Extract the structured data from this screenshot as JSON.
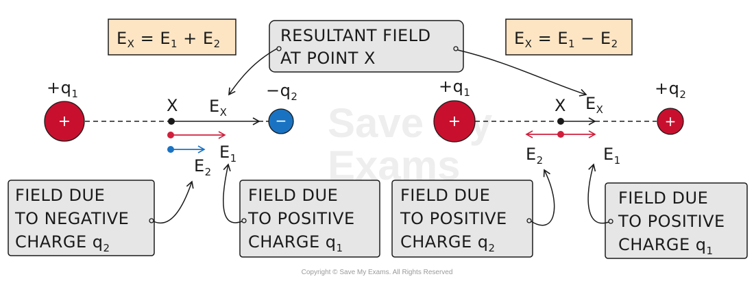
{
  "watermark": {
    "line1": "Save My",
    "line2": "Exams"
  },
  "formulas": {
    "left": {
      "a": "E",
      "a_sub": "X",
      "b": " = E",
      "b_sub": "1",
      "c": " + E",
      "c_sub": "2"
    },
    "right": {
      "a": "E",
      "a_sub": "X",
      "b": " = E",
      "b_sub": "1",
      "c": " − E",
      "c_sub": "2"
    }
  },
  "resultant_box": {
    "line1": "RESULTANT FIELD",
    "line2": "AT POINT X"
  },
  "left_setup": {
    "charge1_label": "+q",
    "charge1_sub": "1",
    "charge1_sign": "+",
    "charge2_label": "−q",
    "charge2_sub": "2",
    "charge2_sign": "−",
    "point_label": "X",
    "ex_label": "E",
    "ex_sub": "X",
    "e1_label": "E",
    "e1_sub": "1",
    "e2_label": "E",
    "e2_sub": "2"
  },
  "right_setup": {
    "charge1_label": "+q",
    "charge1_sub": "1",
    "charge1_sign": "+",
    "charge2_label": "+q",
    "charge2_sub": "2",
    "charge2_sign": "+",
    "point_label": "X",
    "ex_label": "E",
    "ex_sub": "X",
    "e1_label": "E",
    "e1_sub": "1",
    "e2_label": "E",
    "e2_sub": "2"
  },
  "boxes": {
    "neg_q2": {
      "line1": "FIELD DUE",
      "line2": "TO NEGATIVE",
      "line3": "CHARGE q",
      "line3_sub": "2"
    },
    "pos_q1_left": {
      "line1": "FIELD DUE",
      "line2": "TO POSITIVE",
      "line3": "CHARGE q",
      "line3_sub": "1"
    },
    "pos_q2": {
      "line1": "FIELD DUE",
      "line2": "TO POSITIVE",
      "line3": "CHARGE q",
      "line3_sub": "2"
    },
    "pos_q1_right": {
      "line1": "FIELD DUE",
      "line2": "TO POSITIVE",
      "line3": "CHARGE q",
      "line3_sub": "1"
    }
  },
  "colors": {
    "formula_fill": "#fde5c4",
    "box_fill": "#e6e6e6",
    "positive_charge": "#c8102e",
    "negative_charge": "#1a73c2",
    "e1_arrow": "#d01f3c",
    "e2_arrow": "#1a73c2",
    "ink": "#1a1a1a"
  },
  "copyright": "Copyright © Save My Exams. All Rights Reserved"
}
